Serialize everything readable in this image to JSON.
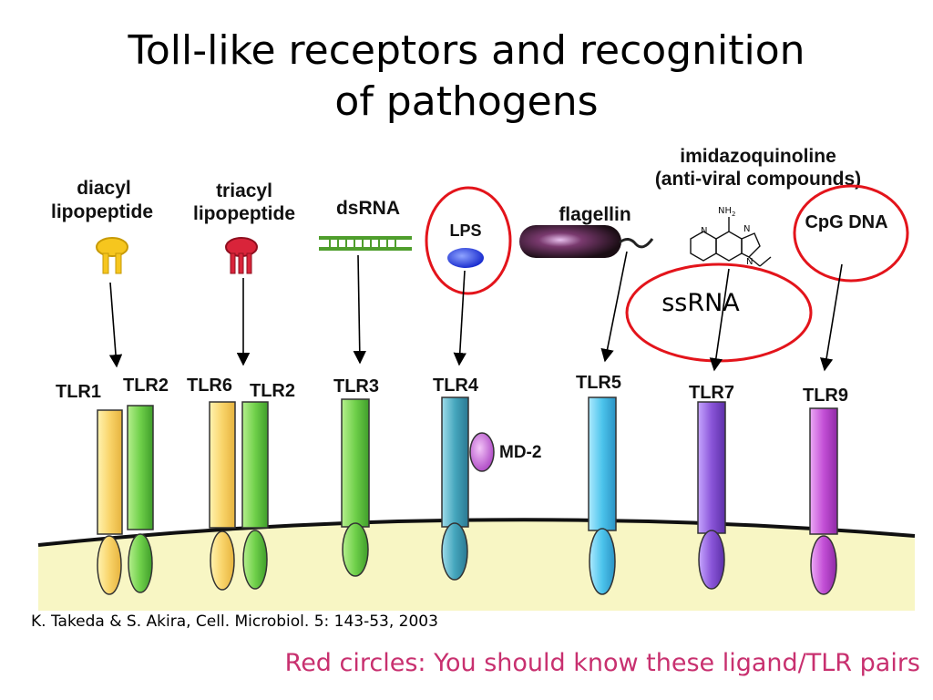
{
  "title": {
    "line1": "Toll-like receptors and recognition",
    "line2": "of pathogens"
  },
  "ligands": {
    "diacyl_line1": "diacyl",
    "diacyl_line2": "lipopeptide",
    "triacyl_line1": "triacyl",
    "triacyl_line2": "lipopeptide",
    "dsrna": "dsRNA",
    "lps": "LPS",
    "flagellin": "flagellin",
    "imidazo_line1": "imidazoquinoline",
    "imidazo_line2": "(anti-viral compounds)",
    "cpg": "CpG DNA",
    "ssrna": "ssRNA",
    "nh2": "NH",
    "nh2_sub": "2",
    "atom_n1": "N",
    "atom_n2": "N",
    "atom_n3": "N"
  },
  "receptors": {
    "tlr1": "TLR1",
    "tlr2a": "TLR2",
    "tlr6": "TLR6",
    "tlr2b": "TLR2",
    "tlr3": "TLR3",
    "tlr4": "TLR4",
    "tlr5": "TLR5",
    "tlr7": "TLR7",
    "tlr9": "TLR9",
    "md2": "MD-2"
  },
  "citation": "K. Takeda & S. Akira, Cell. Microbiol. 5: 143-53, 2003",
  "footer_note": "Red circles:  You should know these ligand/TLR pairs",
  "colors": {
    "highlight": "#e3141b",
    "footer_text": "#c8306f",
    "membrane": "#f8f6c4",
    "tlr1": "#f9d46a",
    "tlr2": "#6fd04a",
    "tlr6": "#f9d46a",
    "tlr3": "#6fd04a",
    "tlr4": "#45a6bd",
    "tlr5": "#4cc4ec",
    "tlr7": "#8a55d8",
    "tlr9": "#c34fd6",
    "md2": "#d97be6"
  }
}
